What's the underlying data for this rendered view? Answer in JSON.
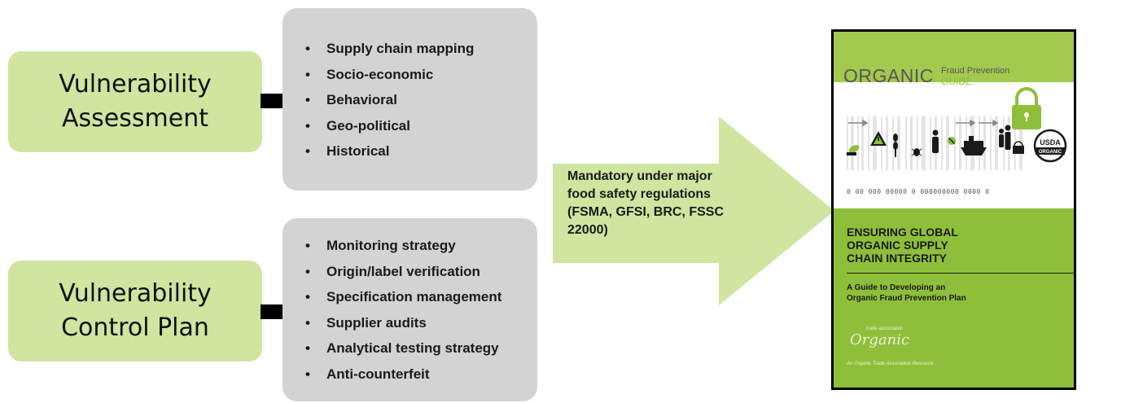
{
  "vulnerability_assessment": {
    "title_line1": "Vulnerability",
    "title_line2": "Assessment",
    "items": [
      "Supply chain mapping",
      "Socio-economic",
      "Behavioral",
      "Geo-political",
      "Historical"
    ]
  },
  "vulnerability_control_plan": {
    "title_line1": "Vulnerability",
    "title_line2": "Control Plan",
    "items": [
      "Monitoring strategy",
      "Origin/label verification",
      "Specification management",
      "Supplier audits",
      "Analytical testing strategy",
      "Anti-counterfeit"
    ]
  },
  "mandatory_text": "Mandatory under major food safety regulations (FSMA, GFSI, BRC, FSSC 22000)",
  "bullet_glyph": "•",
  "guide": {
    "logo_main": "ORGANIC",
    "logo_fraud": "Fraud Prevention",
    "logo_guide": "GUIDE",
    "barcode_numbers": "0  00  000  00000  0  000000000  0000 0",
    "seal_line1": "USDA",
    "seal_line2": "ORGANIC",
    "heading": [
      "ENSURING GLOBAL",
      "ORGANIC SUPPLY",
      "CHAIN INTEGRITY"
    ],
    "subheading": [
      "A Guide to Developing an",
      "Organic Fraud Prevention Plan"
    ],
    "brand": "Organic",
    "brand_small": "trade association",
    "footer": "An Organic Trade Association Resource"
  },
  "colors": {
    "green_box": "#cfe5a0",
    "gray_box": "#d3d3d3",
    "big_arrow": "#cfe5a0",
    "cover_green": "#8fbf3a"
  }
}
